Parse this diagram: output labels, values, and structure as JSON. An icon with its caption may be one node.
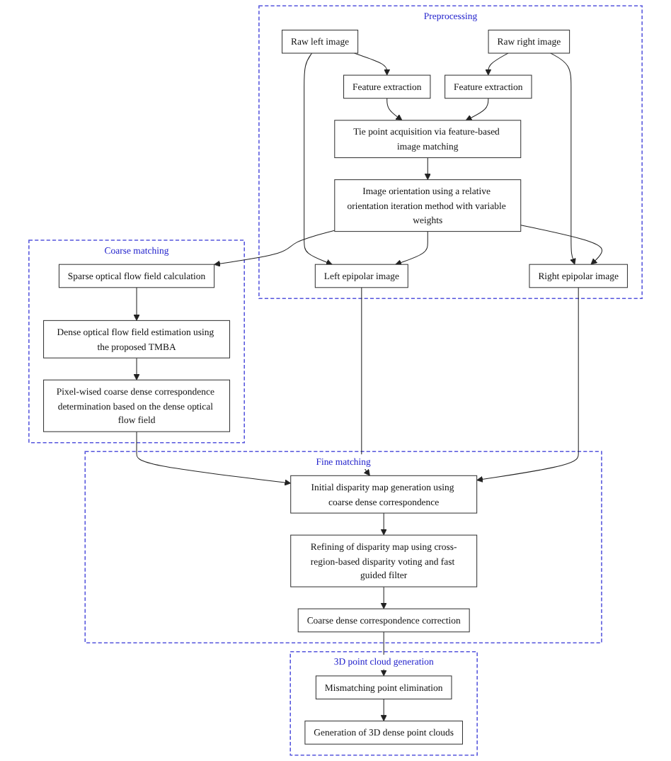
{
  "diagram": {
    "nodes": [
      {
        "text": [
          "Preprocessing"
        ]
      },
      {
        "text": [
          "Raw left image"
        ],
        "in": 0
      },
      {
        "text": [
          "Raw right image"
        ],
        "in": 0
      },
      {
        "text": [
          "Feature extraction"
        ],
        "in": 0
      },
      {
        "text": [
          "Feature extraction"
        ],
        "in": 0
      },
      {
        "text": [
          "Tie point acquisition via feature-based image matching"
        ],
        "in": 0
      },
      {
        "text": [
          "Left epipolar image"
        ],
        "in": 0
      },
      {
        "text": [
          "Image orientation using a relative orientation iteration method with variable weights"
        ],
        "in": 0
      },
      {
        "text": [
          "Right epipolar image"
        ],
        "in": 0
      },
      {
        "text": [
          "Coarse matching"
        ]
      },
      {
        "text": [
          "Sparse optical flow field calculation"
        ],
        "in": 9
      },
      {
        "text": [
          "Dense optical flow field estimation using the proposed TMBA"
        ],
        "in": 9
      },
      {
        "text": [
          "Pixel-wised coarse dense correspondence determination based on the dense optical flow field"
        ],
        "in": 9
      },
      {
        "text": [
          "Fine matching"
        ]
      },
      {
        "text": [
          "Initial disparity map generation using coarse dense correspondence"
        ],
        "in": 13
      },
      {
        "text": [
          "Refining of disparity map using cross-region-based disparity voting and fast guided filter"
        ],
        "in": 13
      },
      {
        "text": [
          "Coarse dense correspondence correction"
        ],
        "in": 13
      },
      {
        "text": [
          "3D point cloud generation"
        ]
      },
      {
        "text": [
          "Mismatching point elimination"
        ],
        "in": 17
      },
      {
        "text": [
          "Generation of 3D dense point clouds"
        ],
        "in": 17
      }
    ],
    "edges": [
      {
        "from": 1,
        "to": 6,
        "arrow": "to"
      },
      {
        "from": 1,
        "to": 3,
        "arrow": "to"
      },
      {
        "from": 2,
        "to": 4,
        "arrow": "to"
      },
      {
        "from": 2,
        "to": 8,
        "arrow": "to"
      },
      {
        "from": 3,
        "to": 5,
        "arrow": "to"
      },
      {
        "from": 4,
        "to": 5,
        "arrow": "to"
      },
      {
        "from": 5,
        "to": 7,
        "arrow": "to"
      },
      {
        "from": 7,
        "to": 6,
        "arrow": "to"
      },
      {
        "from": 7,
        "to": 8,
        "arrow": "to"
      },
      {
        "from": 7,
        "to": 10,
        "arrow": "to"
      },
      {
        "from": 10,
        "to": 11,
        "arrow": "to"
      },
      {
        "from": 11,
        "to": 12,
        "arrow": "to"
      },
      {
        "from": 12,
        "to": 14,
        "arrow": "to"
      },
      {
        "from": 6,
        "to": 14,
        "arrow": "to"
      },
      {
        "from": 8,
        "to": 14,
        "arrow": "to"
      },
      {
        "from": 14,
        "to": 15,
        "arrow": "to"
      },
      {
        "from": 15,
        "to": 16,
        "arrow": "to"
      },
      {
        "from": 16,
        "to": 18,
        "arrow": "to"
      },
      {
        "from": 18,
        "to": 19,
        "arrow": "to"
      }
    ]
  }
}
